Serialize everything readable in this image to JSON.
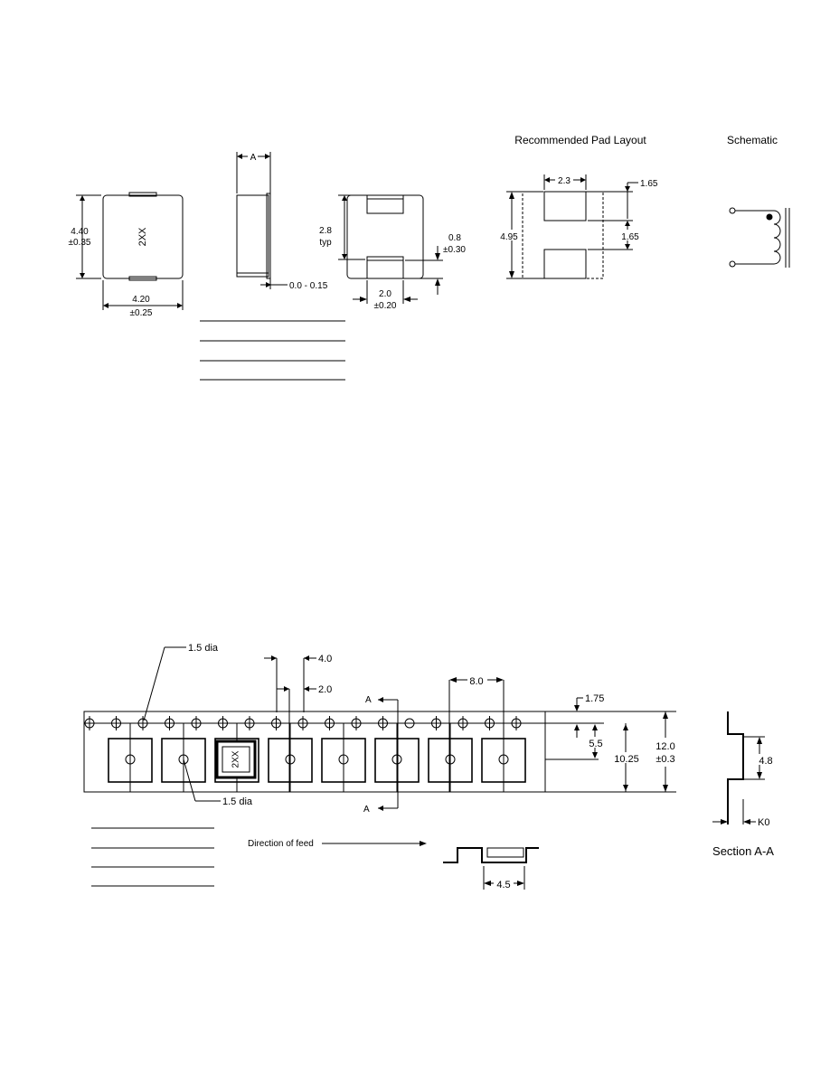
{
  "top": {
    "part_marking": "2XX",
    "dims": {
      "height": "4.40",
      "height_tol": "±0.35",
      "width": "4.20",
      "width_tol": "±0.25",
      "side_a": "A",
      "standoff": "0.0 - 0.15",
      "pad_pitch": "2.8",
      "pad_pitch_note": "typ",
      "pad_len": "0.8",
      "pad_len_tol": "±0.30",
      "pad_w": "2.0",
      "pad_w_tol": "±0.20"
    }
  },
  "pad_layout": {
    "title": "Recommended Pad Layout",
    "width": "2.3",
    "pad_h": "1.65",
    "total": "4.95",
    "gap": "1.65"
  },
  "schematic": {
    "title": "Schematic"
  },
  "tape": {
    "hole_dia_top": "1.5 dia",
    "hole_dia_bottom": "1.5 dia",
    "pitch_sprocket": "4.0",
    "half_pitch": "2.0",
    "pocket_pitch": "8.0",
    "edge_to_hole": "1.75",
    "hole_to_center": "5.5",
    "edge_to_pocket": "10.25",
    "tape_width": "12.0",
    "tape_width_tol": "±0.3",
    "section_marker": "A",
    "pocket_marking": "2XX",
    "direction": "Direction of feed",
    "pocket_width": "4.5",
    "section_title": "Section  A-A",
    "pocket_depth": "4.8",
    "k0": "K0"
  }
}
